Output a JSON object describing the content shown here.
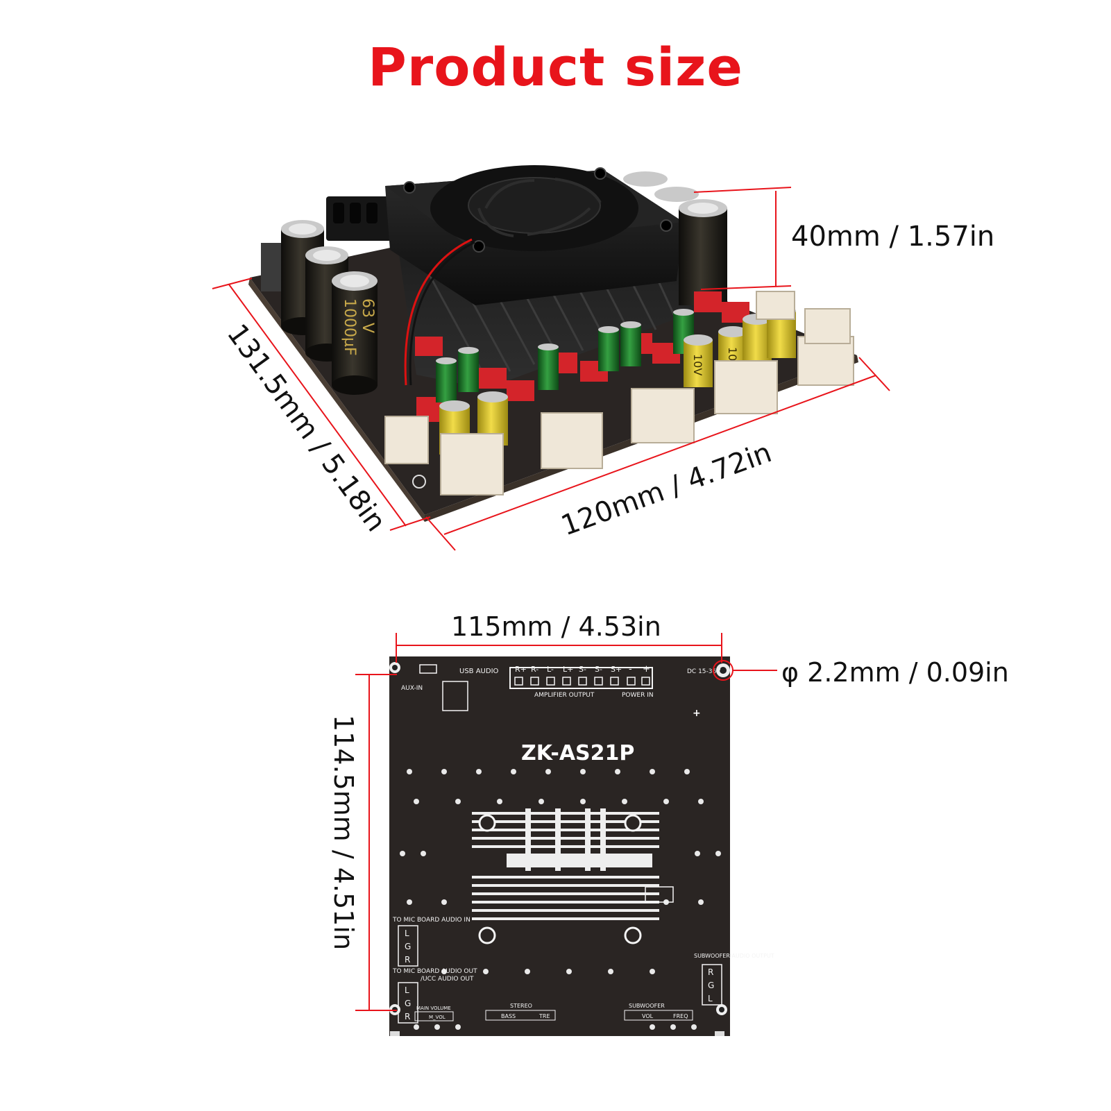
{
  "title": "Product size",
  "colors": {
    "title": "#e8141b",
    "dimension_line": "#e8141b",
    "pcb": "#2a2523",
    "silkscreen": "#f4f4f4",
    "connector": "#efe7d8",
    "capacitor_black": "#1d1b17",
    "capacitor_yellow": "#d9c22c",
    "capacitor_green": "#1f7a2a",
    "fan": "#1b1b1b"
  },
  "top_view": {
    "height_label": "40mm / 1.57in",
    "depth_label": "131.5mm / 5.18in",
    "width_label": "120mm / 4.72in",
    "capacitor_markings": [
      "1000µF",
      "63 V",
      "10V",
      "1000"
    ]
  },
  "bottom_view": {
    "width_label": "115mm / 4.53in",
    "height_label": "114.5mm / 4.51in",
    "hole_label": "φ 2.2mm / 0.09in",
    "model": "ZK-AS21P",
    "silkscreen": {
      "usb_audio": "USB AUDIO",
      "aux_in": "AUX-IN",
      "header_pins": [
        "R+",
        "R-",
        "L-",
        "L+",
        "S-",
        "S-",
        "S+",
        "-",
        "+"
      ],
      "amplifier_output": "AMPLIFIER OUTPUT",
      "power_in": "POWER IN",
      "voltage": "DC 15-36V",
      "mic_in": "TO MIC BOARD AUDIO IN",
      "mic_out": "TO MIC BOARD AUDIO OUT",
      "ucc_out": "/UCC AUDIO OUT",
      "lgr": [
        "L",
        "G",
        "R"
      ],
      "rgl": [
        "R",
        "G",
        "L"
      ],
      "subwoofer_output": "SUBWOOFER AUDIO OUTPUT",
      "stereo": "STEREO",
      "bass": "BASS",
      "tre": "TRE",
      "subwoofer": "SUBWOOFER",
      "vol": "VOL",
      "freq": "FREQ",
      "m_vol": "M_VOL",
      "main_vol": "MAIN VOLUME",
      "plus": "+"
    }
  }
}
